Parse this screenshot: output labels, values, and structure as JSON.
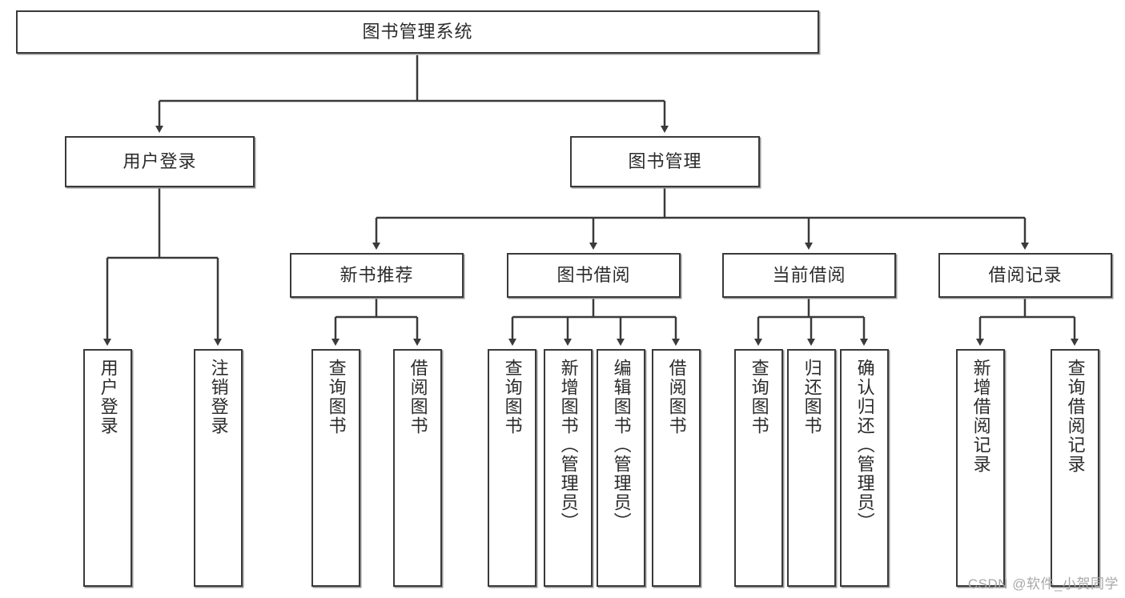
{
  "diagram": {
    "title_node": {
      "id": "root",
      "label": "图书管理系统"
    },
    "level2": [
      {
        "id": "user-login",
        "label": "用户登录"
      },
      {
        "id": "book-manage",
        "label": "图书管理"
      }
    ],
    "level3": [
      {
        "id": "new-book-recommend",
        "label": "新书推荐"
      },
      {
        "id": "book-borrow",
        "label": "图书借阅"
      },
      {
        "id": "current-borrow",
        "label": "当前借阅"
      },
      {
        "id": "borrow-record",
        "label": "借阅记录"
      }
    ],
    "leaves": {
      "user_login": [
        {
          "id": "leaf-user-login",
          "label": "用户登录"
        },
        {
          "id": "leaf-logout-login",
          "label": "注销登录"
        }
      ],
      "new_book_recommend": [
        {
          "id": "leaf-query-book-1",
          "label": "查询图书"
        },
        {
          "id": "leaf-borrow-book-1",
          "label": "借阅图书"
        }
      ],
      "book_borrow": [
        {
          "id": "leaf-query-book-2",
          "label": "查询图书"
        },
        {
          "id": "leaf-add-book",
          "label": "新增图书（管理员）"
        },
        {
          "id": "leaf-edit-book",
          "label": "编辑图书（管理员）"
        },
        {
          "id": "leaf-borrow-book-2",
          "label": "借阅图书"
        }
      ],
      "current_borrow": [
        {
          "id": "leaf-query-book-3",
          "label": "查询图书"
        },
        {
          "id": "leaf-return-book",
          "label": "归还图书"
        },
        {
          "id": "leaf-confirm-return",
          "label": "确认归还（管理员）"
        }
      ],
      "borrow_record": [
        {
          "id": "leaf-add-record",
          "label": "新增借阅记录"
        },
        {
          "id": "leaf-query-record",
          "label": "查询借阅记录"
        }
      ]
    },
    "watermark": "CSDN @软件_小贺同学",
    "colors": {
      "box_stroke": "#3a3a3a",
      "box_fill": "#ffffff",
      "connector": "#3a3a3a",
      "text": "#2b2b2b",
      "watermark": "#a8a8a8"
    }
  }
}
